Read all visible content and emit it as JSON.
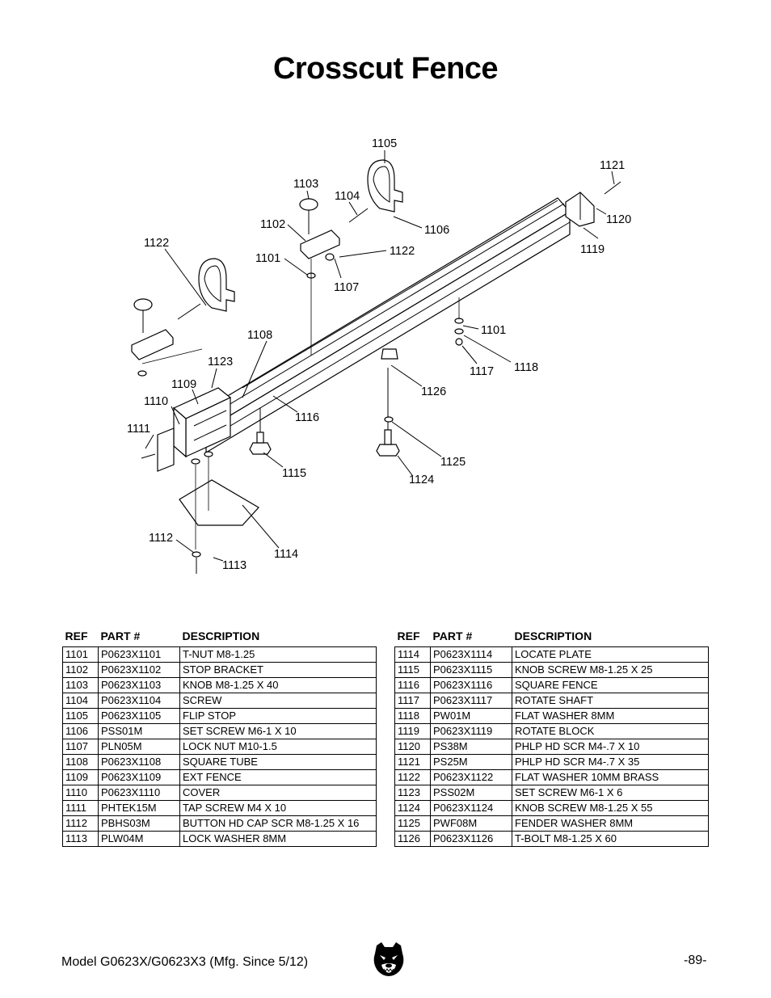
{
  "title": "Crosscut Fence",
  "callouts": {
    "c1101a": "1101",
    "c1101b": "1101",
    "c1102": "1102",
    "c1103": "1103",
    "c1104": "1104",
    "c1105": "1105",
    "c1106": "1106",
    "c1107": "1107",
    "c1108": "1108",
    "c1109": "1109",
    "c1110": "1110",
    "c1111": "1111",
    "c1112": "1112",
    "c1113": "1113",
    "c1114": "1114",
    "c1115": "1115",
    "c1116": "1116",
    "c1117": "1117",
    "c1118": "1118",
    "c1119": "1119",
    "c1120": "1120",
    "c1121": "1121",
    "c1122a": "1122",
    "c1122b": "1122",
    "c1123": "1123",
    "c1124": "1124",
    "c1125": "1125",
    "c1126": "1126"
  },
  "table_headers": {
    "ref": "REF",
    "part": "PART #",
    "desc": "DESCRIPTION"
  },
  "left_rows": [
    [
      "1101",
      "P0623X1101",
      "T-NUT M8-1.25"
    ],
    [
      "1102",
      "P0623X1102",
      "STOP BRACKET"
    ],
    [
      "1103",
      "P0623X1103",
      "KNOB M8-1.25 X 40"
    ],
    [
      "1104",
      "P0623X1104",
      "SCREW"
    ],
    [
      "1105",
      "P0623X1105",
      "FLIP STOP"
    ],
    [
      "1106",
      "PSS01M",
      "SET SCREW M6-1 X 10"
    ],
    [
      "1107",
      "PLN05M",
      "LOCK NUT M10-1.5"
    ],
    [
      "1108",
      "P0623X1108",
      "SQUARE TUBE"
    ],
    [
      "1109",
      "P0623X1109",
      "EXT FENCE"
    ],
    [
      "1110",
      "P0623X1110",
      "COVER"
    ],
    [
      "1111",
      "PHTEK15M",
      "TAP SCREW M4 X 10"
    ],
    [
      "1112",
      "PBHS03M",
      "BUTTON HD CAP SCR M8-1.25 X 16"
    ],
    [
      "1113",
      "PLW04M",
      "LOCK WASHER 8MM"
    ]
  ],
  "right_rows": [
    [
      "1114",
      "P0623X1114",
      "LOCATE PLATE"
    ],
    [
      "1115",
      "P0623X1115",
      "KNOB SCREW M8-1.25 X 25"
    ],
    [
      "1116",
      "P0623X1116",
      "SQUARE FENCE"
    ],
    [
      "1117",
      "P0623X1117",
      "ROTATE SHAFT"
    ],
    [
      "1118",
      "PW01M",
      "FLAT WASHER 8MM"
    ],
    [
      "1119",
      "P0623X1119",
      "ROTATE BLOCK"
    ],
    [
      "1120",
      "PS38M",
      "PHLP HD SCR M4-.7 X 10"
    ],
    [
      "1121",
      "PS25M",
      "PHLP HD SCR M4-.7 X 35"
    ],
    [
      "1122",
      "P0623X1122",
      "FLAT WASHER 10MM BRASS"
    ],
    [
      "1123",
      "PSS02M",
      "SET SCREW M6-1 X 6"
    ],
    [
      "1124",
      "P0623X1124",
      "KNOB SCREW M8-1.25 X 55"
    ],
    [
      "1125",
      "PWF08M",
      "FENDER WASHER 8MM"
    ],
    [
      "1126",
      "P0623X1126",
      "T-BOLT M8-1.25 X 60"
    ]
  ],
  "footer": {
    "model": "Model G0623X/G0623X3 (Mfg. Since 5/12)",
    "page": "-89-"
  },
  "logo_icon": "bear-head-icon"
}
